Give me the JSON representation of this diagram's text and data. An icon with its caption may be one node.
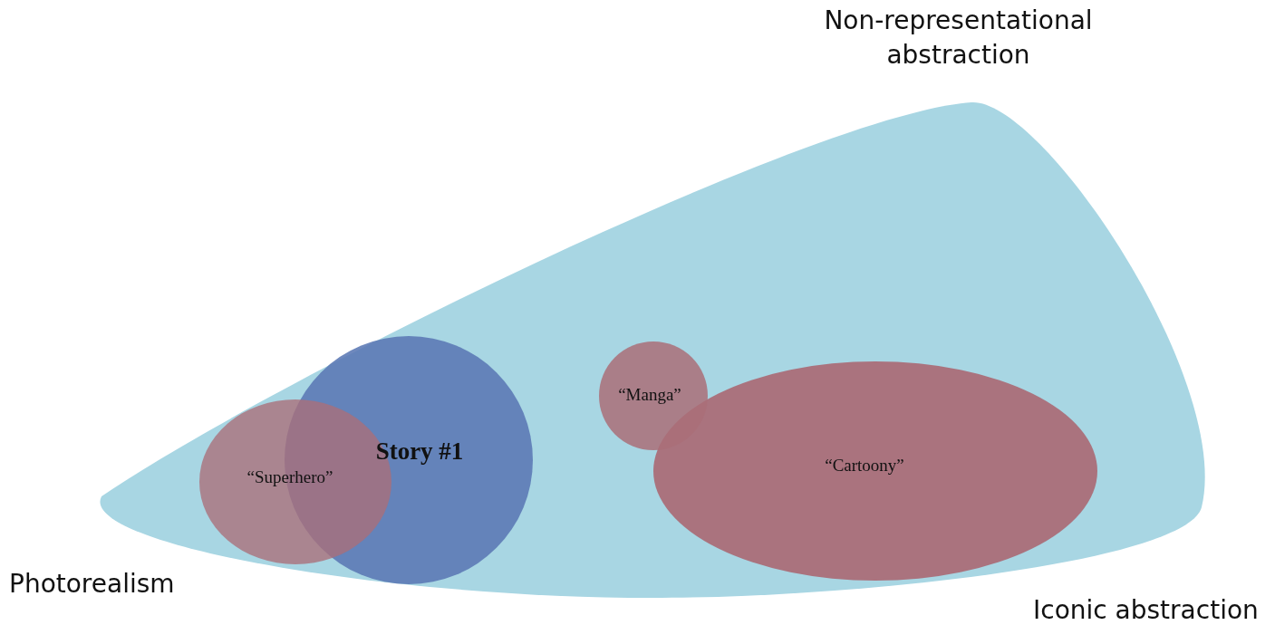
{
  "diagram": {
    "nodes": [
      {
        "text": [],
        "shape": "triangle"
      },
      {
        "text": [
          "“Superhero”"
        ],
        "in": 0
      },
      {
        "text": [
          "Story #1"
        ],
        "in": 0
      },
      {
        "text": [
          "“Manga”"
        ],
        "in": 0
      },
      {
        "text": [
          "“Cartoony”"
        ],
        "in": 0
      }
    ],
    "labels": [
      "Non-representational abstraction",
      "Photorealism",
      "Iconic abstraction"
    ]
  }
}
